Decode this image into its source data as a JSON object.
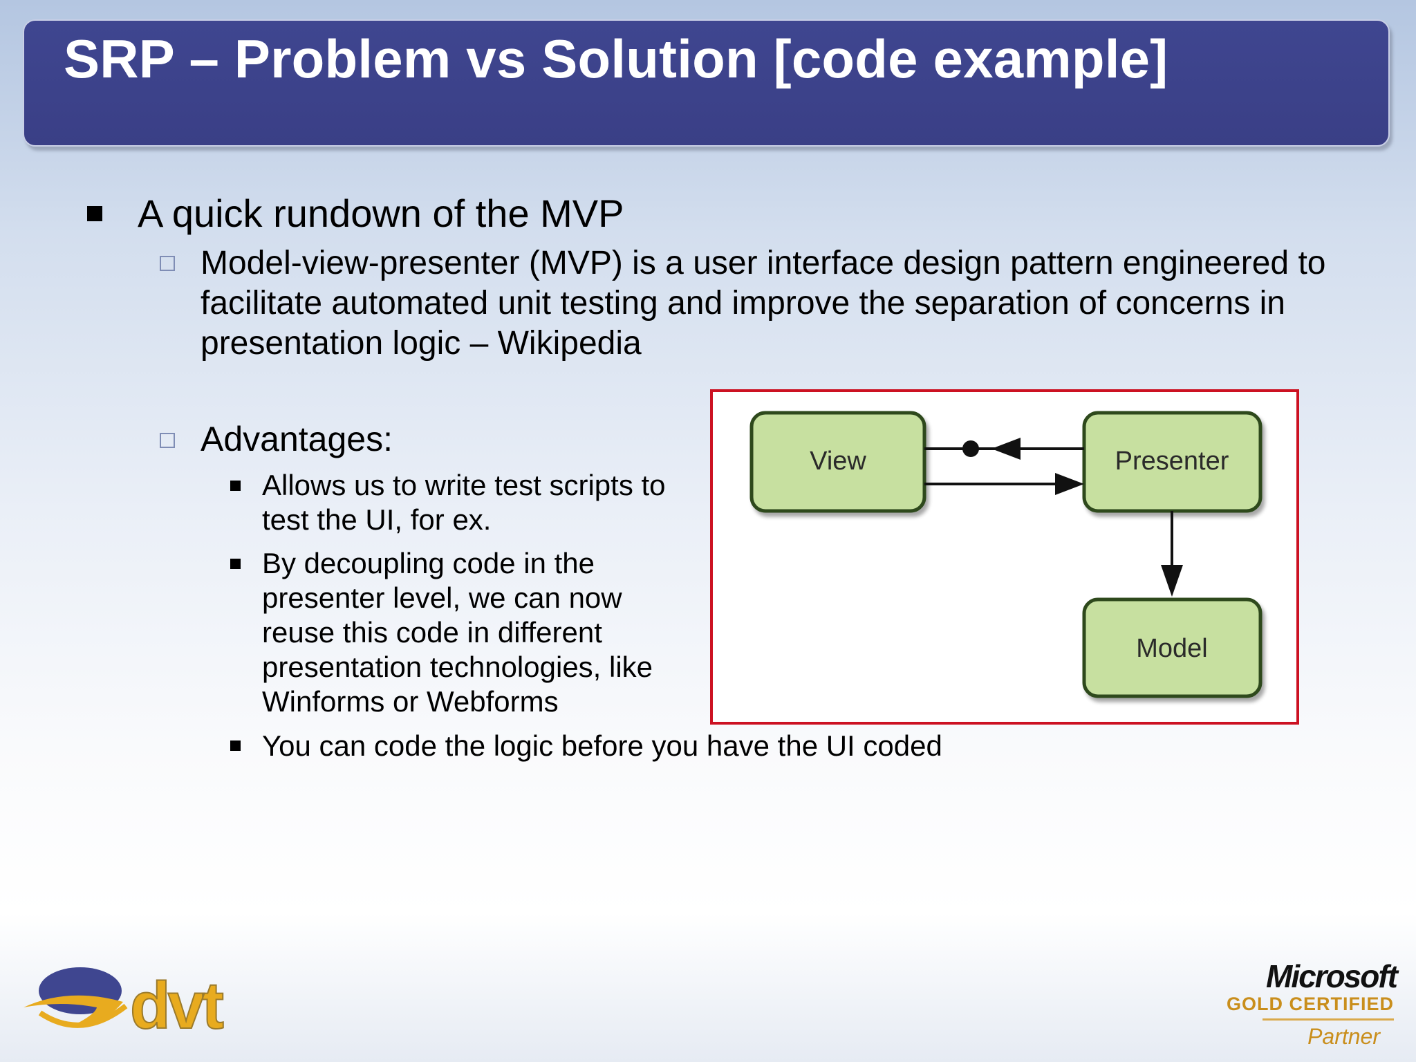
{
  "slide": {
    "title": "SRP – Problem vs Solution [code example]",
    "bullet1": "A quick rundown of the MVP",
    "sub_definition": "Model-view-presenter (MVP) is a user interface design pattern engineered to facilitate automated unit testing and improve the separation of concerns in presentation logic – Wikipedia",
    "sub_advantages": "Advantages:",
    "advantages": [
      "Allows us to write test scripts to test the UI, for ex.",
      "By decoupling code in the presenter level, we can now reuse this code in different presentation technologies, like Winforms or Webforms",
      "You can code the logic before you have the UI coded"
    ]
  },
  "diagram": {
    "nodes": [
      "View",
      "Presenter",
      "Model"
    ],
    "border_color": "#cc1122",
    "node_fill": "#c7e0a0",
    "node_stroke": "#2d4a1e"
  },
  "footer": {
    "dvt_logo_text": "dvt",
    "ms_name": "Microsoft",
    "ms_cert": "GOLD CERTIFIED",
    "ms_partner": "Partner"
  },
  "colors": {
    "title_bar": "#3a3f86",
    "title_text": "#ffffff",
    "gold": "#c98e1c"
  }
}
